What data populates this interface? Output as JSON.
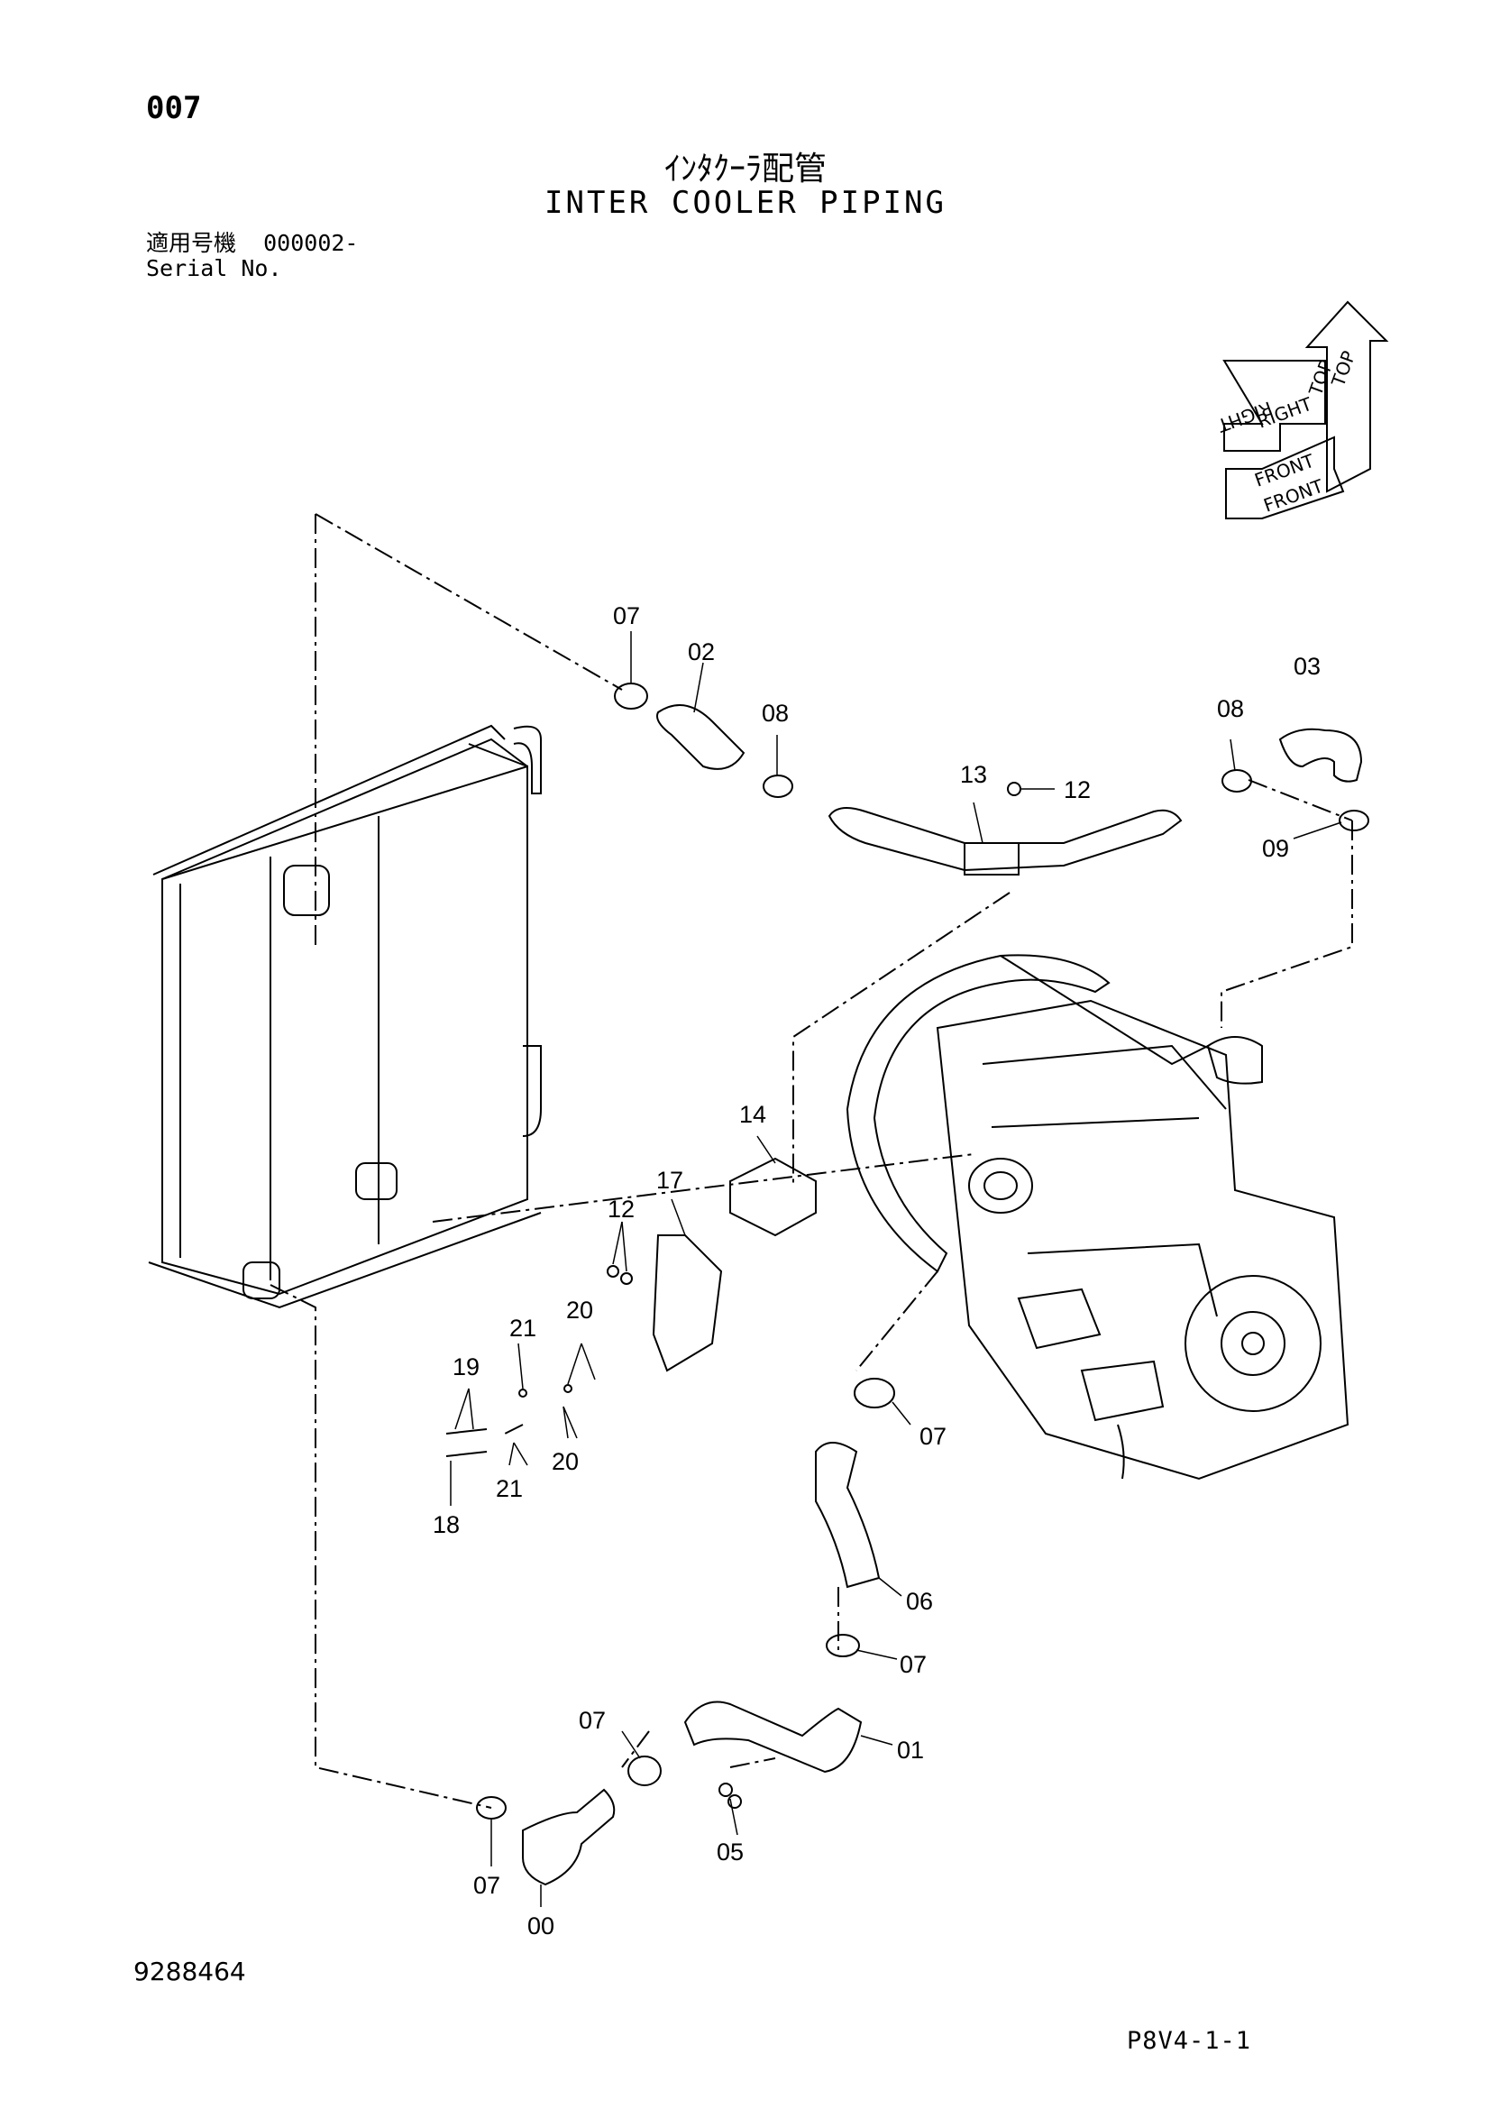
{
  "header": {
    "page_number": "007",
    "title_jp": "ｲﾝﾀｸｰﾗ配管",
    "title_en": "INTER COOLER PIPING",
    "serial_label_jp": "適用号機",
    "serial_value": "000002-",
    "serial_label_en": "Serial No."
  },
  "orientation": {
    "labels": [
      "TOP",
      "TOP",
      "RIGHT",
      "RIGHT",
      "FRONT",
      "FRONT"
    ]
  },
  "callouts": [
    {
      "id": "c-07-a",
      "text": "07"
    },
    {
      "id": "c-02",
      "text": "02"
    },
    {
      "id": "c-08-a",
      "text": "08"
    },
    {
      "id": "c-13",
      "text": "13"
    },
    {
      "id": "c-12-a",
      "text": "12"
    },
    {
      "id": "c-08-b",
      "text": "08"
    },
    {
      "id": "c-03",
      "text": "03"
    },
    {
      "id": "c-09",
      "text": "09"
    },
    {
      "id": "c-14",
      "text": "14"
    },
    {
      "id": "c-17",
      "text": "17"
    },
    {
      "id": "c-12-b",
      "text": "12"
    },
    {
      "id": "c-21-a",
      "text": "21"
    },
    {
      "id": "c-20-a",
      "text": "20"
    },
    {
      "id": "c-19",
      "text": "19"
    },
    {
      "id": "c-20-b",
      "text": "20"
    },
    {
      "id": "c-21-b",
      "text": "21"
    },
    {
      "id": "c-18",
      "text": "18"
    },
    {
      "id": "c-07-b",
      "text": "07"
    },
    {
      "id": "c-06",
      "text": "06"
    },
    {
      "id": "c-07-c",
      "text": "07"
    },
    {
      "id": "c-07-d",
      "text": "07"
    },
    {
      "id": "c-01",
      "text": "01"
    },
    {
      "id": "c-05",
      "text": "05"
    },
    {
      "id": "c-07-e",
      "text": "07"
    },
    {
      "id": "c-00",
      "text": "00"
    }
  ],
  "footer": {
    "doc_number": "9288464",
    "ref_code": "P8V4-1-1"
  }
}
